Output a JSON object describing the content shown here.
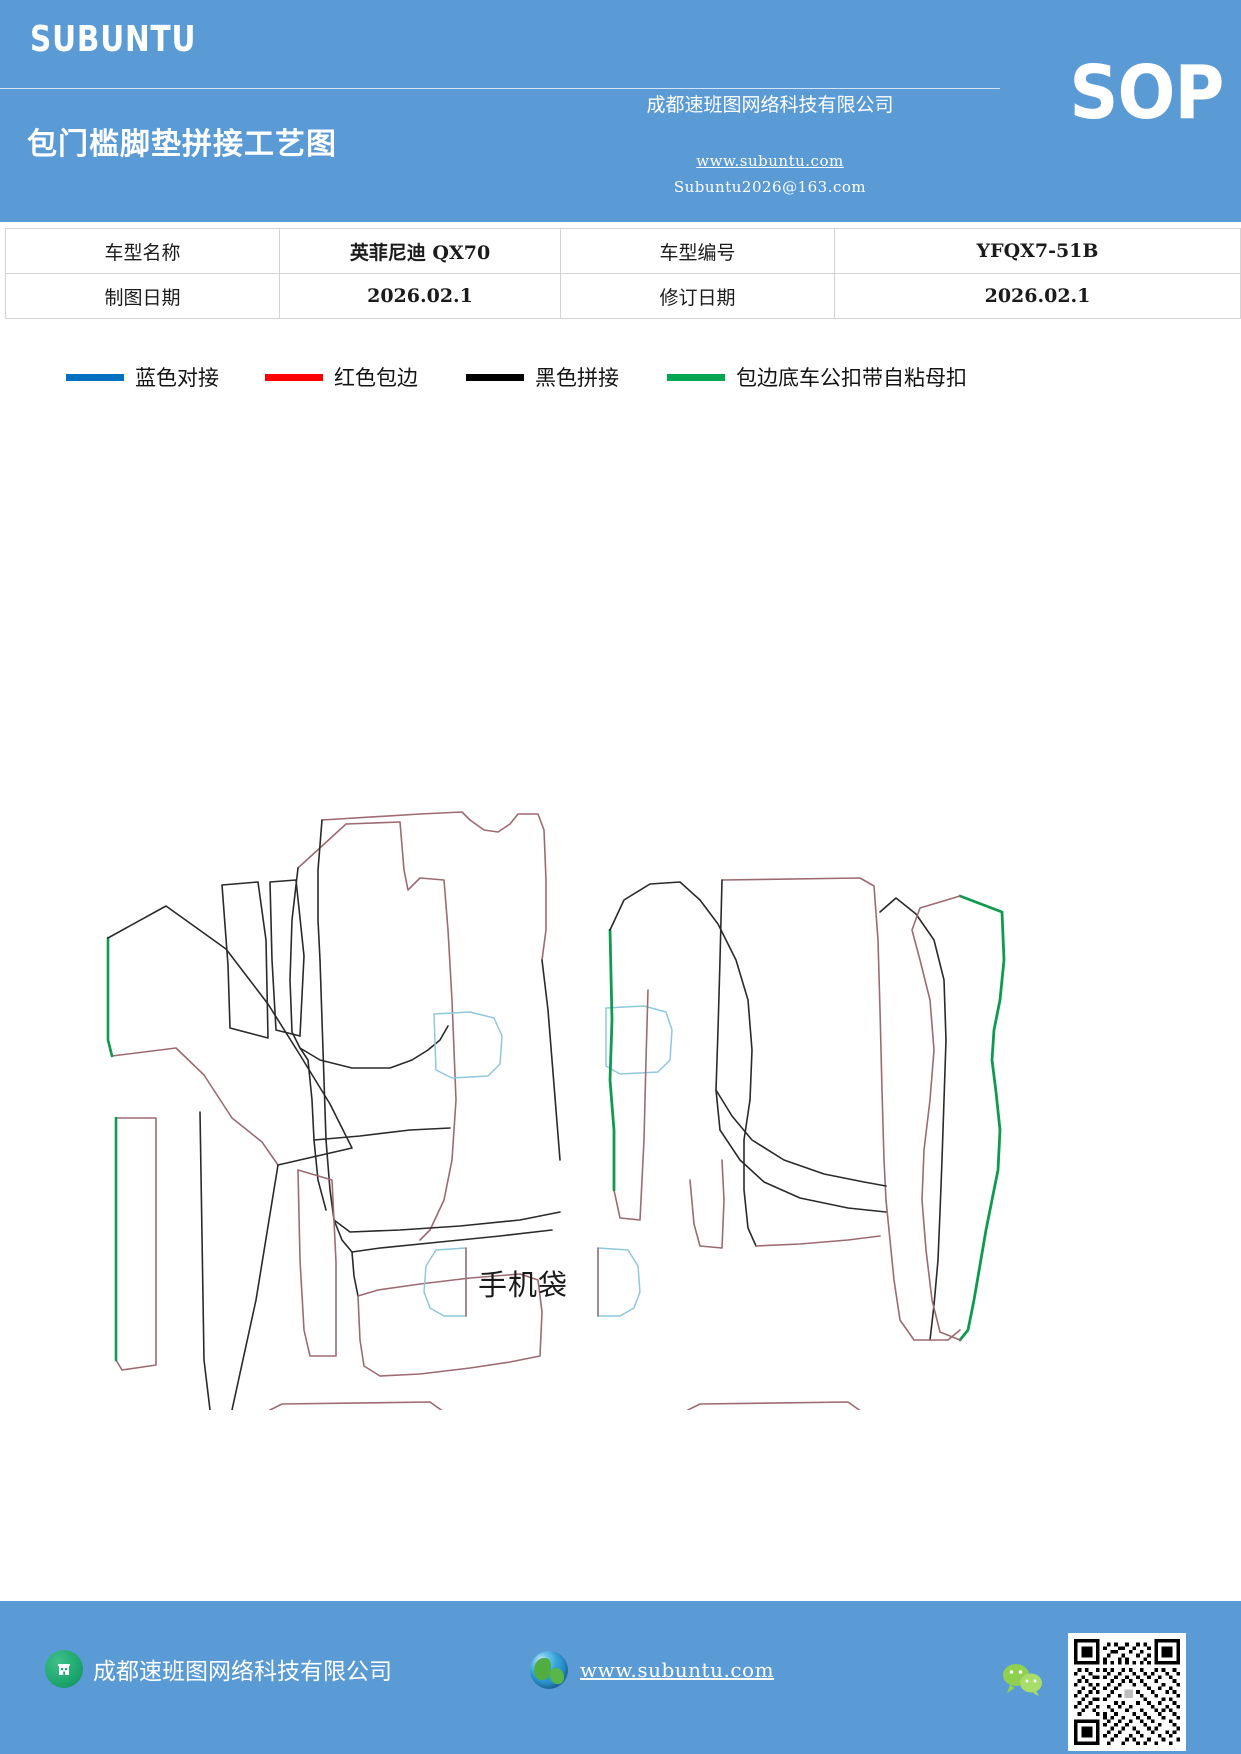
{
  "header": {
    "brand": "SUBUNTU",
    "doc_title": "包门槛脚垫拼接工艺图",
    "company_cn": "成都速班图网络科技有限公司",
    "website": "www.subuntu.com",
    "email": "Subuntu2026@163.com",
    "badge": "SOP",
    "bg_color": "#5b9bd5"
  },
  "info_table": {
    "rows": [
      {
        "label_1": "车型名称",
        "value_1": "英菲尼迪 QX70",
        "label_2": "车型编号",
        "value_2": "YFQX7-51B"
      },
      {
        "label_1": "制图日期",
        "value_1": "2026.02.1",
        "label_2": "修订日期",
        "value_2": "2026.02.1"
      }
    ]
  },
  "legend": {
    "items": [
      {
        "label": "蓝色对接",
        "color": "#0070c0"
      },
      {
        "label": "红色包边",
        "color": "#ff0000"
      },
      {
        "label": "黑色拼接",
        "color": "#000000"
      },
      {
        "label": "包边底车公扣带自粘母扣",
        "color": "#00a651"
      }
    ]
  },
  "drawing": {
    "pocket_label": "手机袋",
    "stroke_colors": {
      "binding_red": "#9c6b72",
      "splice_black": "#2a2a2a",
      "butt_blue": "#8fc8dd",
      "hook_green": "#0f9b4f"
    }
  },
  "footer": {
    "company_cn": "成都速班图网络科技有限公司",
    "website": "www.subuntu.com",
    "building_icon": "building-icon",
    "globe_icon": "globe-icon",
    "wechat_icon": "wechat-icon",
    "qr_icon": "qr-code",
    "bg_color": "#5b9bd5"
  }
}
